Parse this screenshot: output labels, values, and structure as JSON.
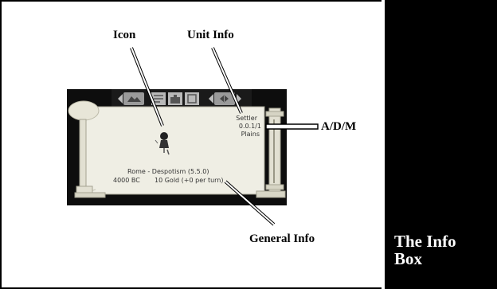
{
  "callouts": {
    "icon": "Icon",
    "unit_info": "Unit Info",
    "adm": "A/D/M",
    "general_info": "General Info"
  },
  "sidebar": {
    "title": "The Info\nBox"
  },
  "info_box": {
    "unit_name": "Settler",
    "adm_values": "0.0.1/1",
    "terrain": "Plains",
    "civ_line": "Rome - Despotism (5.5.0)",
    "year": "4000 BC",
    "gold": "10 Gold (+0 per turn)"
  },
  "icons": {
    "unit": "settler-unit-icon",
    "toolbar": [
      "zoom-arrows-icon",
      "map-icon",
      "city-icon",
      "advisor-icon",
      "turn-arrows-icon"
    ]
  },
  "colors": {
    "parchment": "#efeee4",
    "frame_dark": "#111111",
    "scroll_cream": "#e8e6d8"
  }
}
